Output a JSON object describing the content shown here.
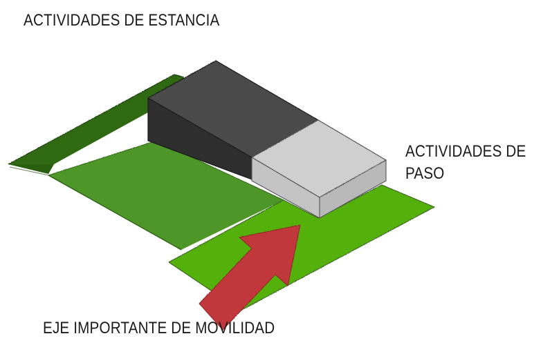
{
  "labels": {
    "estancia": "ACTIVIDADES DE ESTANCIA",
    "paso_line1": "ACTIVIDADES DE",
    "paso_line2": "PASO",
    "movilidad": "EJE IMPORTANTE DE MOVILIDAD"
  },
  "colors": {
    "dark_green": "#2f6a12",
    "mid_green": "#4e9628",
    "bright_green": "#54b00b",
    "dark_block_top": "#4a4a4a",
    "dark_block_side": "#2e2e2e",
    "light_block_top": "#cfcfcf",
    "light_block_side": "#b9b9b9",
    "arrow": "#c0393b",
    "text": "#1a1a1a"
  }
}
